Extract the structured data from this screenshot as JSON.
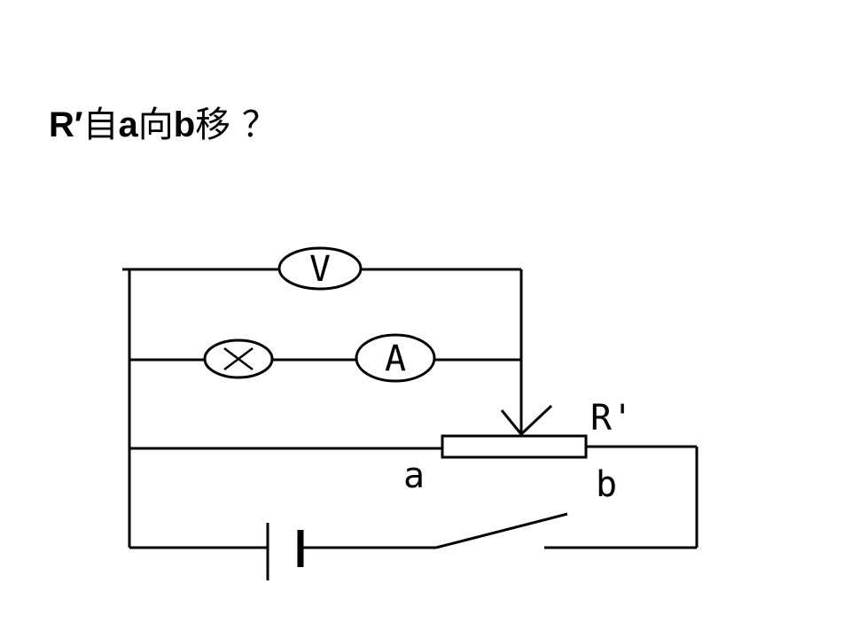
{
  "question": {
    "part1": "R′",
    "part2": "自",
    "part3": "a",
    "part4": "向",
    "part5": "b",
    "part6": "移 ？"
  },
  "diagram": {
    "rheostat_label": "R'",
    "terminal_a": "a",
    "terminal_b": "b",
    "voltmeter_symbol": "V",
    "ammeter_symbol": "A"
  }
}
